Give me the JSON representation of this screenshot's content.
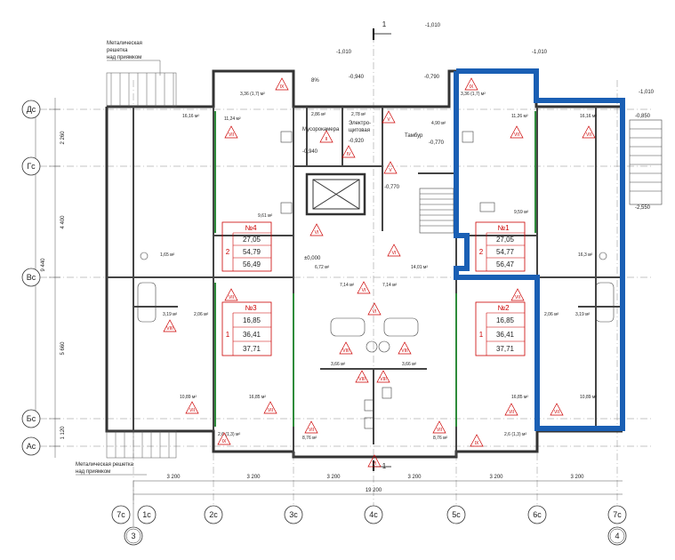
{
  "notes": {
    "grate_top": [
      "Металическая",
      "решетка",
      "над приямком"
    ],
    "grate_bottom": [
      "Металическая решетка",
      "над приямком"
    ]
  },
  "section_mark": "1",
  "level_marks": [
    "-1,010",
    "-1,010",
    "-1,010",
    "-1,010",
    "-0,940",
    "-0,790",
    "-0,850",
    "-0,940",
    "-0,920",
    "-0,770",
    "-0,770",
    "-2,550",
    "±0,000"
  ],
  "room_labels": {
    "garbage": "Мусорокамера",
    "electrical": [
      "Электро-",
      "щитовая"
    ],
    "vestibule": "Тамбур",
    "slope": "8%"
  },
  "areas": [
    "16,16 м²",
    "11,24 м²",
    "3,36 (1,7) м²",
    "2,86 м²",
    "2,78 м²",
    "4,90 м²",
    "3,36 (1,7) м²",
    "11,26 м²",
    "16,16 м²",
    "9,61 м²",
    "9,59 м²",
    "1,65 м²",
    "16,3 м²",
    "6,72 м²",
    "14,01 м²",
    "7,14 м²",
    "7,14 м²",
    "3,19 м²",
    "2,06 м²",
    "2,06 м²",
    "3,19 м²",
    "3,66 м²",
    "3,66 м²",
    "10,89 м²",
    "16,85 м²",
    "16,85 м²",
    "10,89 м²",
    "2,6 (1,3) м²",
    "8,76 м²",
    "8,76 м²",
    "2,6 (1,3) м²"
  ],
  "apartments": [
    {
      "no": "№4",
      "rooms": "2",
      "v1": "27,05",
      "v2": "54,79",
      "v3": "56,49"
    },
    {
      "no": "№1",
      "rooms": "2",
      "v1": "27,05",
      "v2": "54,77",
      "v3": "56,47"
    },
    {
      "no": "№3",
      "rooms": "1",
      "v1": "16,85",
      "v2": "36,41",
      "v3": "37,71"
    },
    {
      "no": "№2",
      "rooms": "1",
      "v1": "16,85",
      "v2": "36,41",
      "v3": "37,71"
    }
  ],
  "row_axes": [
    "Дс",
    "Гс",
    "Вс",
    "Бс",
    "Ас"
  ],
  "col_axes": [
    "7с",
    "1с",
    "2с",
    "3с",
    "4с",
    "5с",
    "6с",
    "7с"
  ],
  "sheet_refs": [
    "3",
    "4"
  ],
  "dims_left": [
    "2 260",
    "4 400",
    "9 440",
    "5 660",
    "1 120"
  ],
  "dims_bottom": [
    "3 200",
    "3 200",
    "3 200",
    "3 200",
    "3 200",
    "3 200"
  ],
  "dim_total": "19 200",
  "zone_marks": [
    "IX",
    "VII",
    "II",
    "IV",
    "V",
    "IX",
    "VII",
    "VII",
    "VI",
    "V",
    "VI",
    "VII",
    "VI",
    "VII",
    "VIII",
    "VIII",
    "VIII",
    "VIII",
    "VIII",
    "VII",
    "VII",
    "IX",
    "VII",
    "VII",
    "IX",
    "VII",
    "VII",
    "VI",
    "VI"
  ],
  "colors": {
    "line": "#333333",
    "red": "#cc0000",
    "highlight": "#1a5fb4",
    "green": "#2e8b3a",
    "dim": "#555555"
  }
}
